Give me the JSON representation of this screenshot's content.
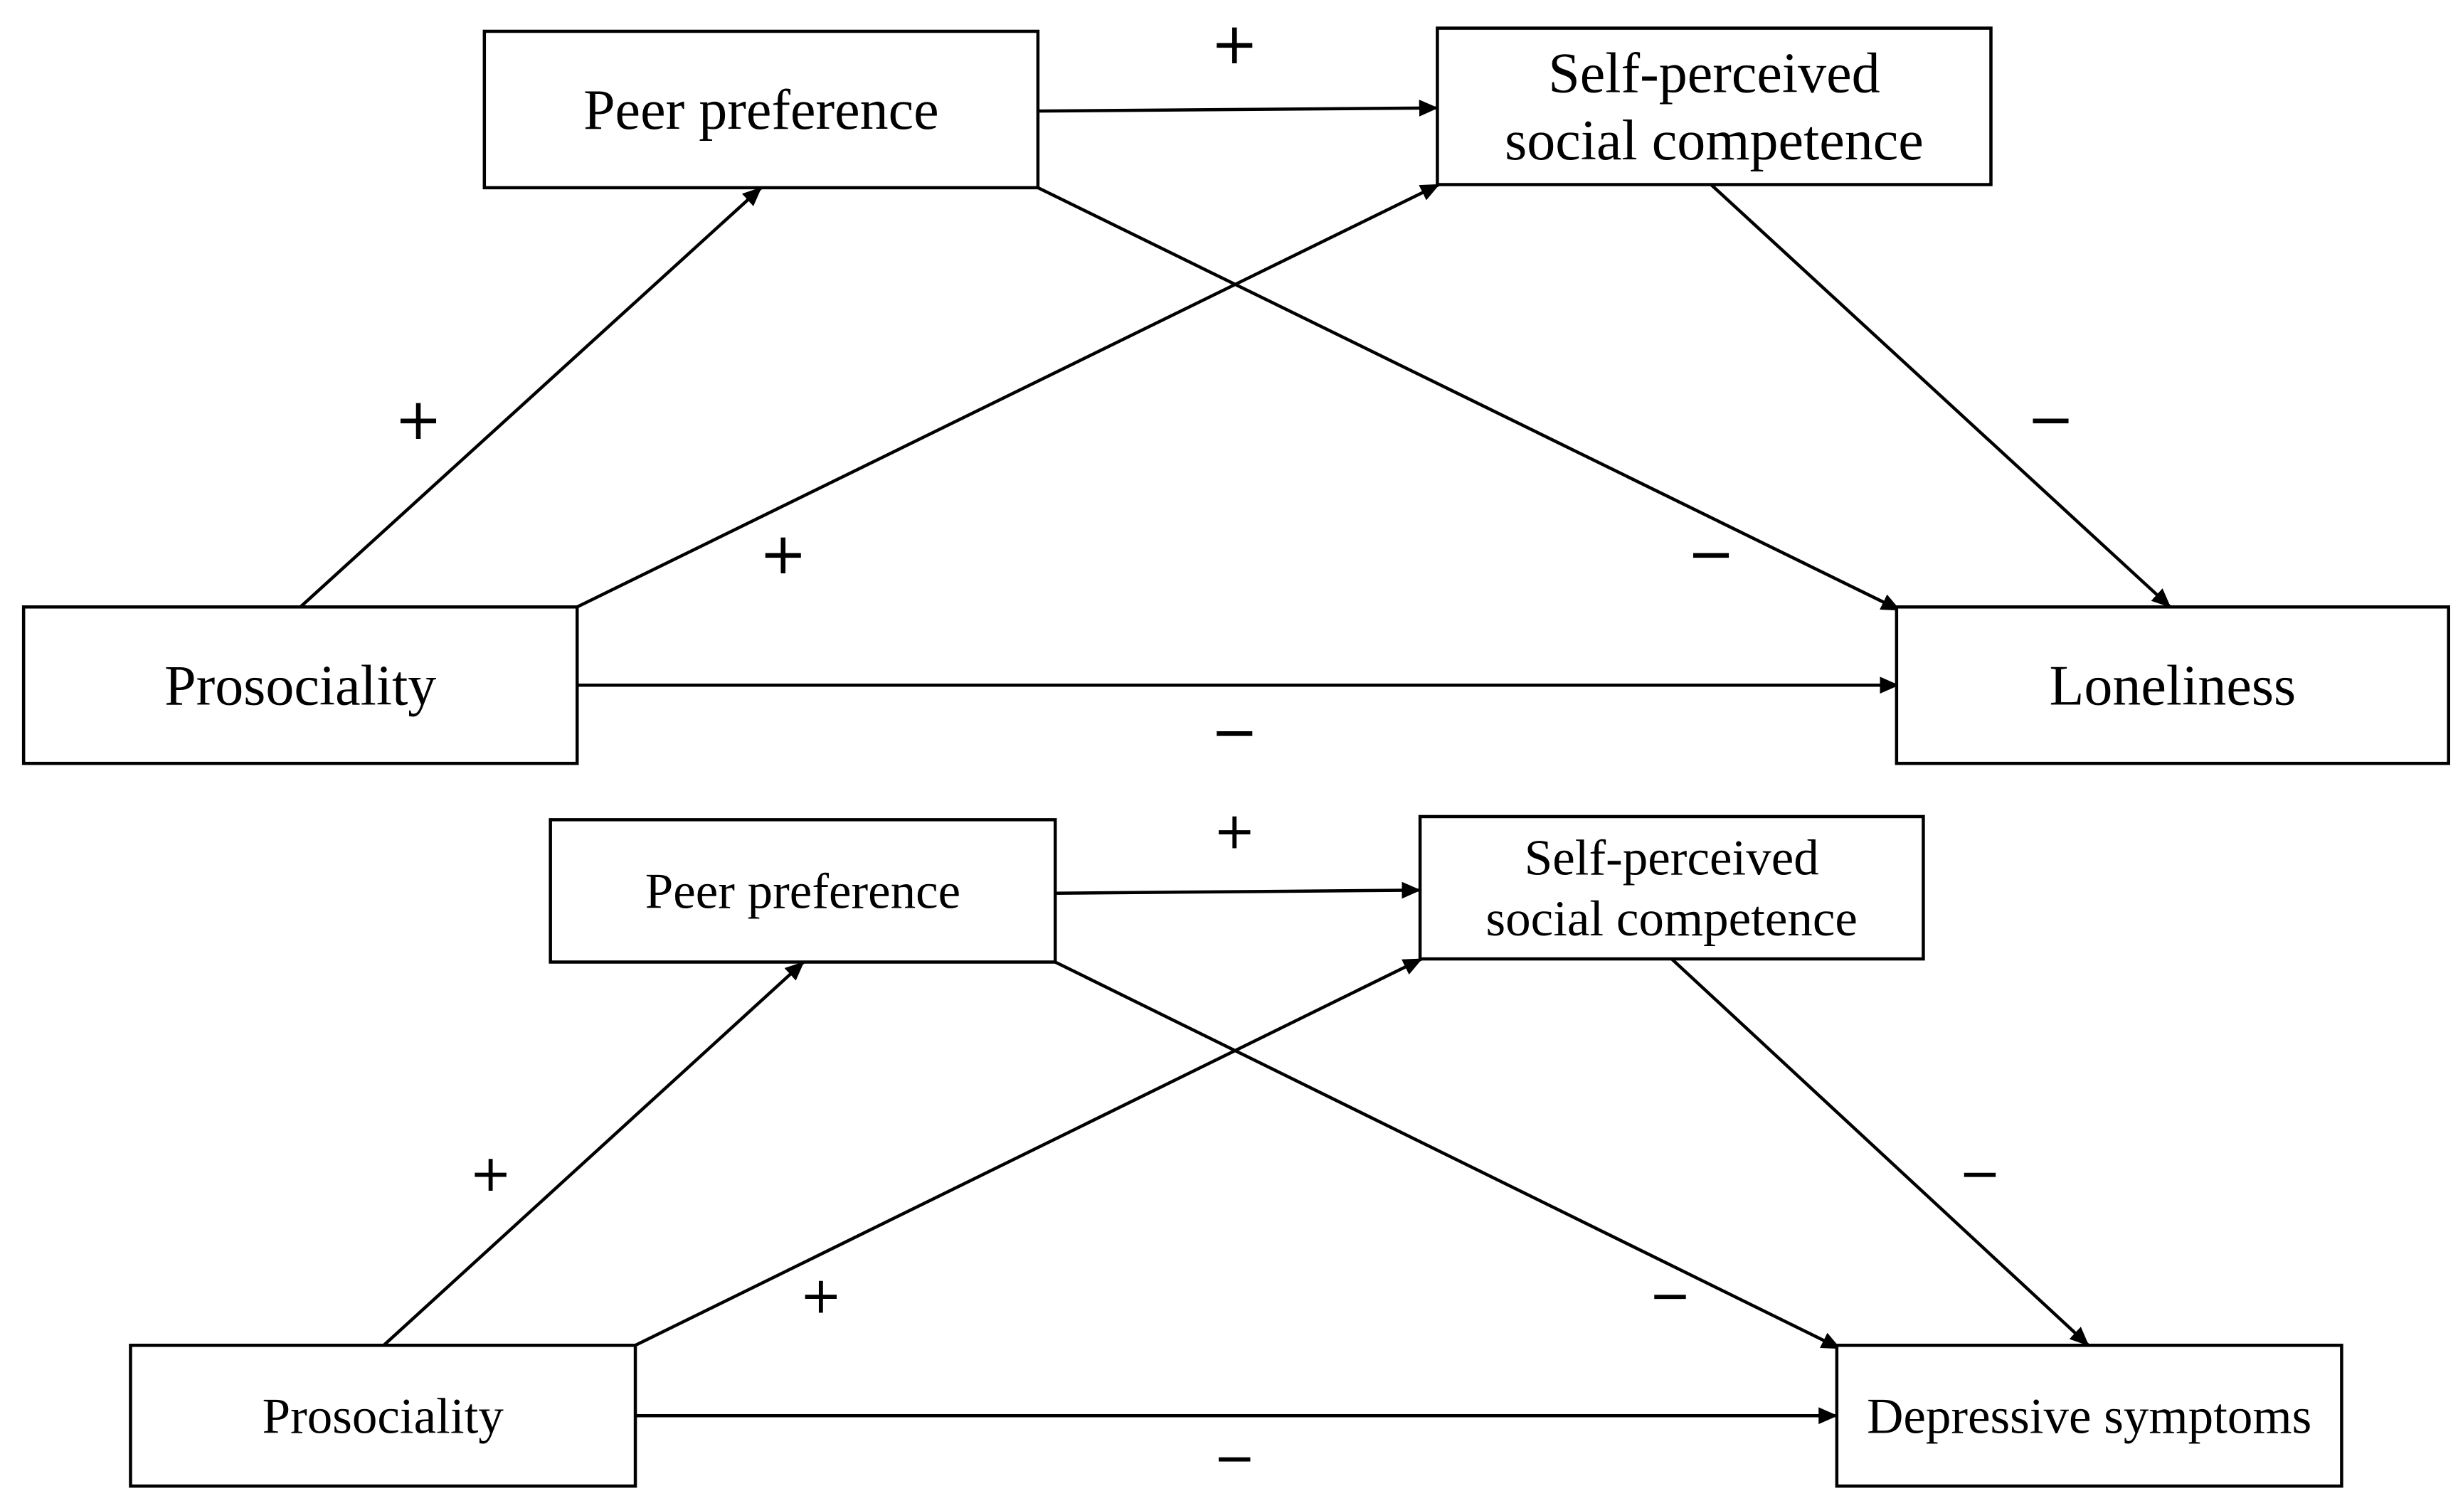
{
  "colors": {
    "line": "#000000",
    "box_fill": "#ffffff",
    "background": "#ffffff"
  },
  "models": [
    {
      "id": "loneliness",
      "nodes": {
        "peer_preference": [
          "Peer preference"
        ],
        "self_perceived": [
          "Self-perceived",
          "social competence"
        ],
        "prosociality": [
          "Prosociality"
        ],
        "outcome": [
          "Loneliness"
        ]
      },
      "paths": [
        {
          "from": "prosociality",
          "to": "peer_preference",
          "sign": "+"
        },
        {
          "from": "prosociality",
          "to": "self_perceived",
          "sign": "+"
        },
        {
          "from": "peer_preference",
          "to": "self_perceived",
          "sign": "+"
        },
        {
          "from": "self_perceived",
          "to": "outcome",
          "sign": "−"
        },
        {
          "from": "peer_preference",
          "to": "outcome",
          "sign": "−"
        },
        {
          "from": "prosociality",
          "to": "outcome",
          "sign": "−"
        }
      ]
    },
    {
      "id": "depressive",
      "nodes": {
        "peer_preference": [
          "Peer preference"
        ],
        "self_perceived": [
          "Self-perceived",
          "social competence"
        ],
        "prosociality": [
          "Prosociality"
        ],
        "outcome": [
          "Depressive symptoms"
        ]
      },
      "paths": [
        {
          "from": "prosociality",
          "to": "peer_preference",
          "sign": "+"
        },
        {
          "from": "prosociality",
          "to": "self_perceived",
          "sign": "+"
        },
        {
          "from": "peer_preference",
          "to": "self_perceived",
          "sign": "+"
        },
        {
          "from": "self_perceived",
          "to": "outcome",
          "sign": "−"
        },
        {
          "from": "peer_preference",
          "to": "outcome",
          "sign": "−"
        },
        {
          "from": "prosociality",
          "to": "outcome",
          "sign": "−"
        }
      ]
    }
  ]
}
